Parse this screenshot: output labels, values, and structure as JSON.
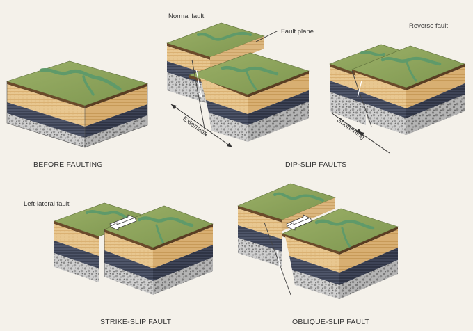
{
  "labels": {
    "normal_fault": "Normal fault",
    "fault_plane": "Fault plane",
    "reverse_fault": "Reverse fault",
    "extension": "Extension",
    "shortening": "Shortening",
    "left_lateral_fault": "Left-lateral fault"
  },
  "captions": {
    "before_faulting": "BEFORE FAULTING",
    "dip_slip_faults": "DIP-SLIP FAULTS",
    "strike_slip_fault": "STRIKE-SLIP FAULT",
    "oblique_slip_fault": "OBLIQUE-SLIP FAULT"
  },
  "colors": {
    "grass": "#8fa55c",
    "river": "#5f9a6a",
    "sandstone": "#e6c48a",
    "dark_layer": "#3d4457",
    "gravel": "#c9c9c9",
    "background": "#f4f1ea"
  }
}
